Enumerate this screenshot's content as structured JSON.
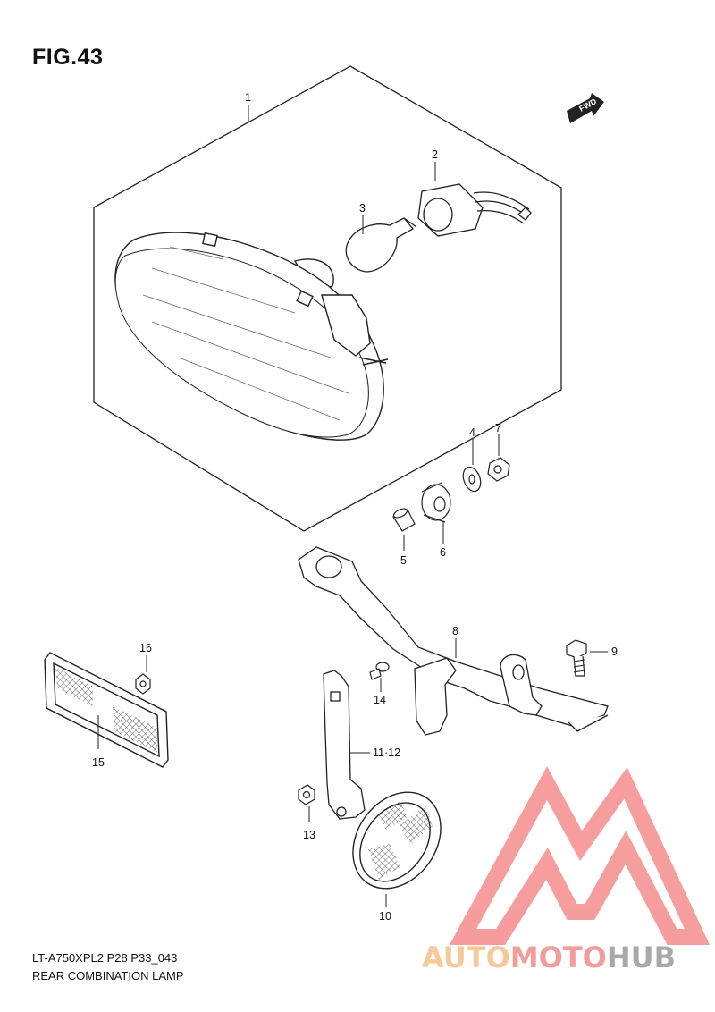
{
  "figure": {
    "title": "FIG.43"
  },
  "direction_badge": {
    "label": "FWD"
  },
  "callouts": {
    "p1": "1",
    "p2": "2",
    "p3": "3",
    "p4": "4",
    "p5": "5",
    "p6": "6",
    "p7": "7",
    "p8": "8",
    "p9": "9",
    "p10": "10",
    "p11_12": "11·12",
    "p13": "13",
    "p14": "14",
    "p15": "15",
    "p16": "16"
  },
  "footer": {
    "model_code": "LT-A750XPL2 P28 P33_043",
    "section_name": "REAR COMBINATION LAMP"
  },
  "watermark": {
    "brand_part1": "AUTO",
    "brand_part2": "MOTO",
    "brand_part3": "HUB",
    "colors": {
      "auto": "#f5c08a",
      "moto": "#f08b8b",
      "hub": "#9a9a9a",
      "triangle": "#f48c8c"
    }
  }
}
